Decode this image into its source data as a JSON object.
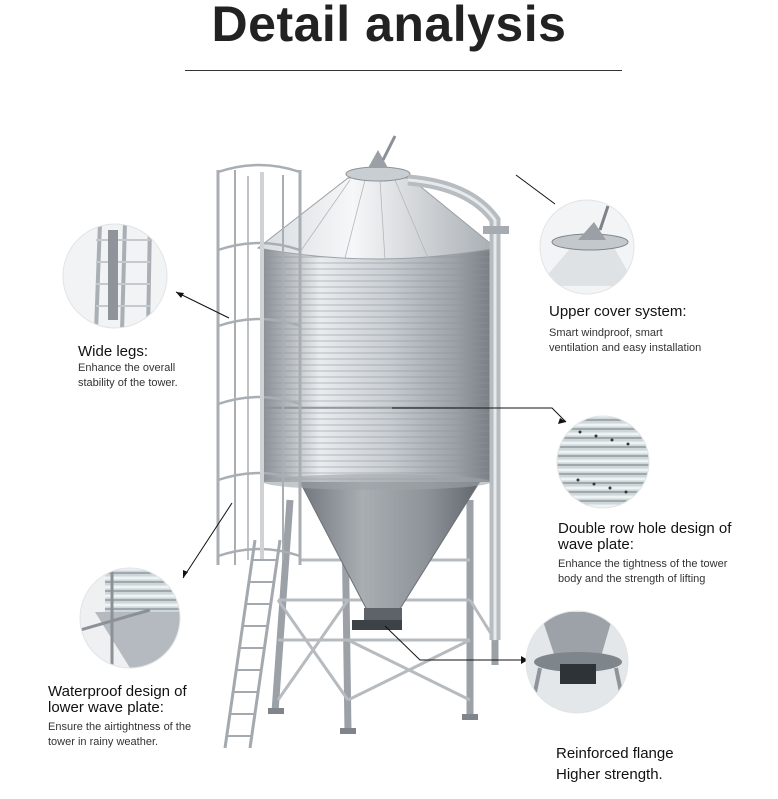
{
  "page": {
    "title": "Detail analysis"
  },
  "callouts": {
    "wide_legs": {
      "title": "Wide legs:",
      "description_line1": "Enhance the overall",
      "description_line2": "stability of the tower."
    },
    "upper_cover": {
      "title": "Upper cover system:",
      "description_line1": "Smart windproof, smart",
      "description_line2": "ventilation and easy installation"
    },
    "double_row": {
      "title_line1": "Double row hole design of",
      "title_line2": "wave plate:",
      "description_line1": "Enhance the tightness of the tower",
      "description_line2": "body and the strength of lifting"
    },
    "waterproof": {
      "title_line1": "Waterproof design of",
      "title_line2": "lower wave plate:",
      "description_line1": "Ensure the airtightness of the",
      "description_line2": "tower in rainy weather."
    },
    "flange": {
      "title_line1": "Reinforced flange",
      "title_line2": "Higher strength."
    }
  },
  "colors": {
    "steel_light": "#eceef0",
    "steel_mid": "#b9bec3",
    "steel_dark": "#7d8389",
    "text": "#111111"
  }
}
